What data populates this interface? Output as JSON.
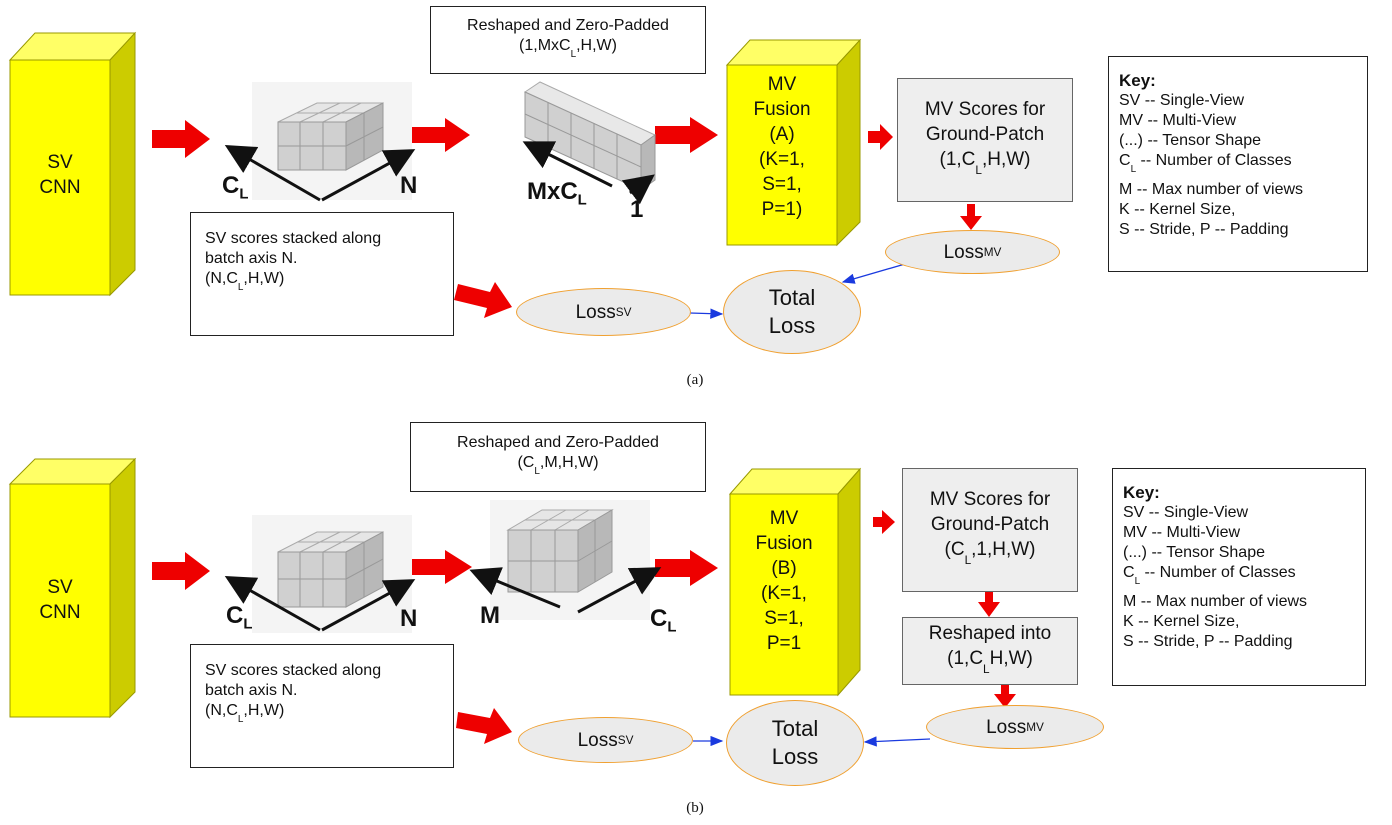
{
  "panel_a": {
    "sv_cnn": [
      "SV",
      "CNN"
    ],
    "reshape_box": {
      "line1": "Reshaped and Zero-Padded",
      "line2_pre": "(1,MxC",
      "line2_sub": "L",
      "line2_post": ",H,W)"
    },
    "stack_labels": {
      "cl": "C",
      "cl_sub": "L",
      "n": "N"
    },
    "reshaped_labels": {
      "mxcl": "MxC",
      "mxcl_sub": "L",
      "one": "1"
    },
    "fusion": [
      "MV",
      "Fusion",
      "(A)",
      "(K=1,",
      "S=1,",
      "P=1)"
    ],
    "mv_scores": {
      "line1": "MV Scores for",
      "line2": "Ground-Patch",
      "line3_pre": "(1,C",
      "line3_sub": "L",
      "line3_post": ",H,W)"
    },
    "sv_scores": {
      "line1": "SV scores stacked along",
      "line2": "batch axis N.",
      "line3_pre": "(N,C",
      "line3_sub": "L",
      "line3_post": ",H,W)"
    },
    "loss_sv": {
      "main": "Loss",
      "sub": "SV"
    },
    "loss_mv": {
      "main": "Loss",
      "sub": "MV"
    },
    "total_loss": [
      "Total",
      "Loss"
    ],
    "caption": "(a)"
  },
  "panel_b": {
    "sv_cnn": [
      "SV",
      "CNN"
    ],
    "reshape_box": {
      "line1": "Reshaped and Zero-Padded",
      "line2_pre": "(C",
      "line2_sub": "L",
      "line2_post": ",M,H,W)"
    },
    "stack_labels": {
      "cl": "C",
      "cl_sub": "L",
      "n": "N"
    },
    "reshaped_labels": {
      "m": "M",
      "cl": "C",
      "cl_sub": "L"
    },
    "fusion": [
      "MV",
      "Fusion",
      "(B)",
      "(K=1,",
      "S=1,",
      "P=1"
    ],
    "mv_scores": {
      "line1": "MV Scores for",
      "line2": "Ground-Patch",
      "line3_pre": "(C",
      "line3_sub": "L",
      "line3_post": ",1,H,W)"
    },
    "reshaped_into": {
      "line1": "Reshaped into",
      "line2_pre": "(1,C",
      "line2_sub": "L",
      "line2_post": "H,W)"
    },
    "sv_scores": {
      "line1": "SV scores stacked along",
      "line2": "batch axis N.",
      "line3_pre": "(N,C",
      "line3_sub": "L",
      "line3_post": ",H,W)"
    },
    "loss_sv": {
      "main": "Loss",
      "sub": "SV"
    },
    "loss_mv": {
      "main": "Loss",
      "sub": "MV"
    },
    "total_loss": [
      "Total",
      "Loss"
    ],
    "caption": "(b)"
  },
  "key": {
    "title": "Key:",
    "lines": [
      {
        "pre": "SV  -- Single-View"
      },
      {
        "pre": "MV -- Multi-View"
      },
      {
        "pre": "(...) -- Tensor Shape"
      },
      {
        "pre": "C",
        "sub": "L",
        "post": "  -- Number of Classes"
      },
      {
        "pre": "M  --  Max number of views"
      },
      {
        "pre": "K -- Kernel Size,"
      },
      {
        "pre": "S -- Stride, P -- Padding"
      }
    ]
  },
  "colors": {
    "cube_yellow": "#ffff00",
    "cube_side": "#cccc00",
    "arrow_red": "#ee0000",
    "loss_border": "#f0a030",
    "grey_box": "#eeeeee",
    "blue_arrow": "#1a3adf"
  }
}
